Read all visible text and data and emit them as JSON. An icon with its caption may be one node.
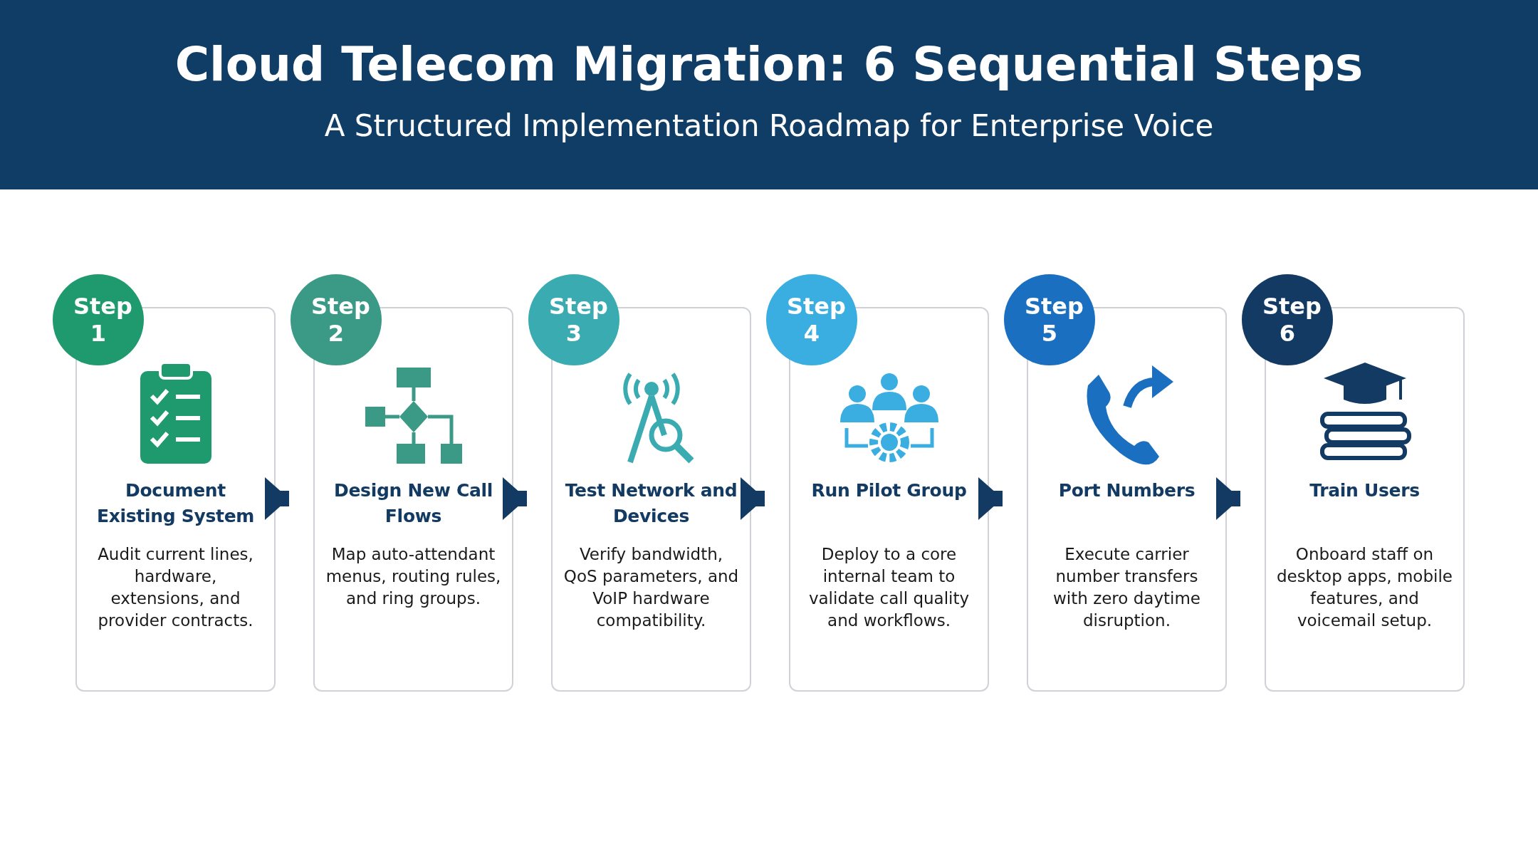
{
  "diagram": {
    "title": "Cloud Telecom Migration: 6 Sequential Steps",
    "caption": "A Structured Implementation Roadmap for Enterprise Voice",
    "nodes": [
      {
        "text": [
          "Step 1"
        ]
      },
      {
        "text": [
          "Document Existing System",
          "Audit current lines, hardware, extensions, and provider contracts."
        ]
      },
      {
        "text": [
          "Step 2"
        ]
      },
      {
        "text": [
          "Design New Call Flows",
          "Map auto-attendant menus, routing rules, and ring groups."
        ]
      },
      {
        "text": [
          "Step 3"
        ]
      },
      {
        "text": [
          "Test Network and Devices",
          "Verify bandwidth, QoS parameters, and VoIP hardware compatibility."
        ]
      },
      {
        "text": [
          "Step 4"
        ]
      },
      {
        "text": [
          "Run Pilot Group",
          "Deploy to a core internal team to validate call quality and workflows."
        ]
      },
      {
        "text": [
          "Step 5"
        ]
      },
      {
        "text": [
          "Port Numbers",
          "Execute carrier number transfers with zero daytime disruption."
        ]
      },
      {
        "text": [
          "Step 6"
        ]
      },
      {
        "text": [
          "Train Users",
          "Onboard staff on desktop apps, mobile features, and voicemail setup."
        ]
      }
    ],
    "edges": [
      {
        "from": 1,
        "to": 3,
        "arrow": "to"
      },
      {
        "from": 3,
        "to": 5,
        "arrow": "to"
      },
      {
        "from": 5,
        "to": 7,
        "arrow": "to"
      },
      {
        "from": 7,
        "to": 9,
        "arrow": "to"
      },
      {
        "from": 9,
        "to": 11,
        "arrow": "to"
      }
    ]
  }
}
